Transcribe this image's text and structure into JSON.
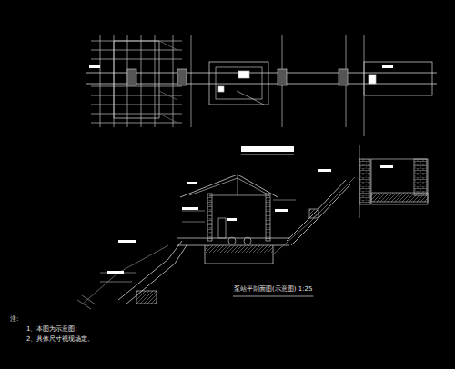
{
  "diagram": {
    "caption": "泵站平剖面图(示意图) 1:25",
    "labels": [
      "注:",
      "1、本图为示意图;",
      "2、具体尺寸视现场定。"
    ]
  }
}
